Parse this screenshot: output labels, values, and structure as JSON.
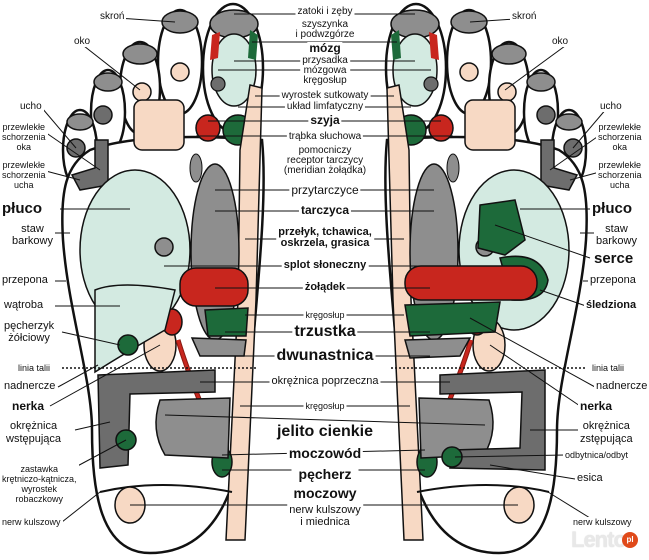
{
  "colors": {
    "red": "#c8261e",
    "green": "#1d6a3a",
    "light_green": "#d3eae1",
    "gray": "#8e8e8e",
    "dark_gray": "#6d6d6d",
    "peach": "#f7d9c4"
  },
  "center": {
    "zatoki": "zatoki i zęby",
    "szyszynka": "szyszynka\ni podwzgórze",
    "mozg": "mózg",
    "przysadka": "przysadka\nmózgowa",
    "kregoslup1": "kręgosłup",
    "wyrostek": "wyrostek sutkowaty",
    "limfa": "układ limfatyczny",
    "szyja": "szyja",
    "trabka": "trąbka słuchowa",
    "pomocniczy": "pomocniczy\nreceptor tarczycy\n(meridian żołądka)",
    "przytarczyce": "przytarczyce",
    "tarczyca": "tarczyca",
    "przelyk": "przełyk, tchawica,\noskrzela, grasica",
    "splot": "splot słoneczny",
    "zoladek": "żołądek",
    "kregoslup2": "kręgosłup",
    "trzustka": "trzustka",
    "dwunastnica": "dwunastnica",
    "okreznica_poprzeczna": "okrężnica poprzeczna",
    "kregoslup3": "kręgosłup",
    "jelito": "jelito cienkie",
    "moczowod": "moczowód",
    "pecherz": "pęcherz\nmoczowy",
    "nerw_miednica": "nerw kulszowy\ni miednica"
  },
  "left": {
    "skron": "skroń",
    "oko": "oko",
    "ucho": "ucho",
    "schorzenia_oka": "przewlekłe\nschorzenia\noka",
    "schorzenia_ucha": "przewlekłe\nschorzenia\nucha",
    "pluco": "płuco",
    "staw": "staw\nbarkowy",
    "przepona": "przepona",
    "watroba": "wątroba",
    "pecherzyk": "pęcherzyk\nżółciowy",
    "linia_talii": "linia talii",
    "nadnercze": "nadnercze",
    "nerka": "nerka",
    "okreznica": "okrężnica\nwstępująca",
    "zastawka": "zastawka\nkrętniczo-kątnicza,\nwyrostek\nrobaczkowy",
    "nerw": "nerw kulszowy"
  },
  "right": {
    "skron": "skroń",
    "oko": "oko",
    "ucho": "ucho",
    "schorzenia_oka": "przewlekłe\nschorzenia\noka",
    "schorzenia_ucha": "przewlekłe\nschorzenia\nucha",
    "pluco": "płuco",
    "staw": "staw\nbarkowy",
    "serce": "serce",
    "przepona": "przepona",
    "sledziona": "śledziona",
    "linia_talii": "linia talii",
    "nadnercze": "nadnercze",
    "nerka": "nerka",
    "okreznica": "okrężnica\nzstępująca",
    "odbytnica": "odbytnica/odbyt",
    "esica": "esica",
    "nerw": "nerw kulszowy"
  },
  "watermark": {
    "brand": "Lento",
    "suffix": "pl"
  }
}
